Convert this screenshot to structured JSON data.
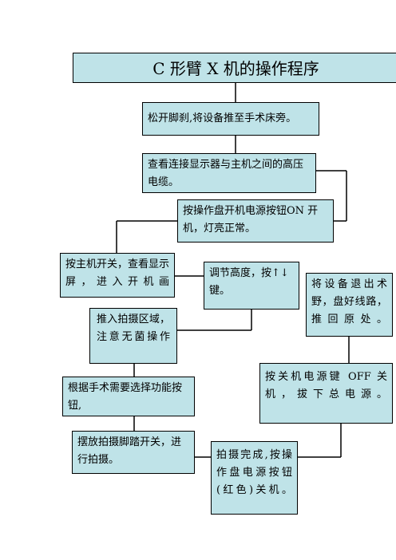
{
  "flowchart": {
    "title": "C 形臂 X 机的操作程序",
    "steps": {
      "release_brake": "松开脚刹,将设备推至手术床旁。",
      "check_cable": "查看连接显示器与主机之间的高压电缆。",
      "power_on": "按操作盘开机电源按钮ON 开机，灯亮正常。",
      "main_switch": "按主机开关，查看显示屏，进入开机画",
      "adjust_height": "调节高度，按↑↓键。",
      "push_in": "推入拍摄区域，注意无菌操作",
      "select_function": "根据手术需要选择功能按钮,",
      "foot_switch": "摆放拍摄脚踏开关，进行拍摄。",
      "finish_shoot": "拍摄完成,按操作盘电源按钮(红色)关机。",
      "shutdown": "按关机电源键 OFF 关机，拔下总电源。",
      "withdraw": "将设备退出术野，盘好线路，推回原处。"
    }
  }
}
